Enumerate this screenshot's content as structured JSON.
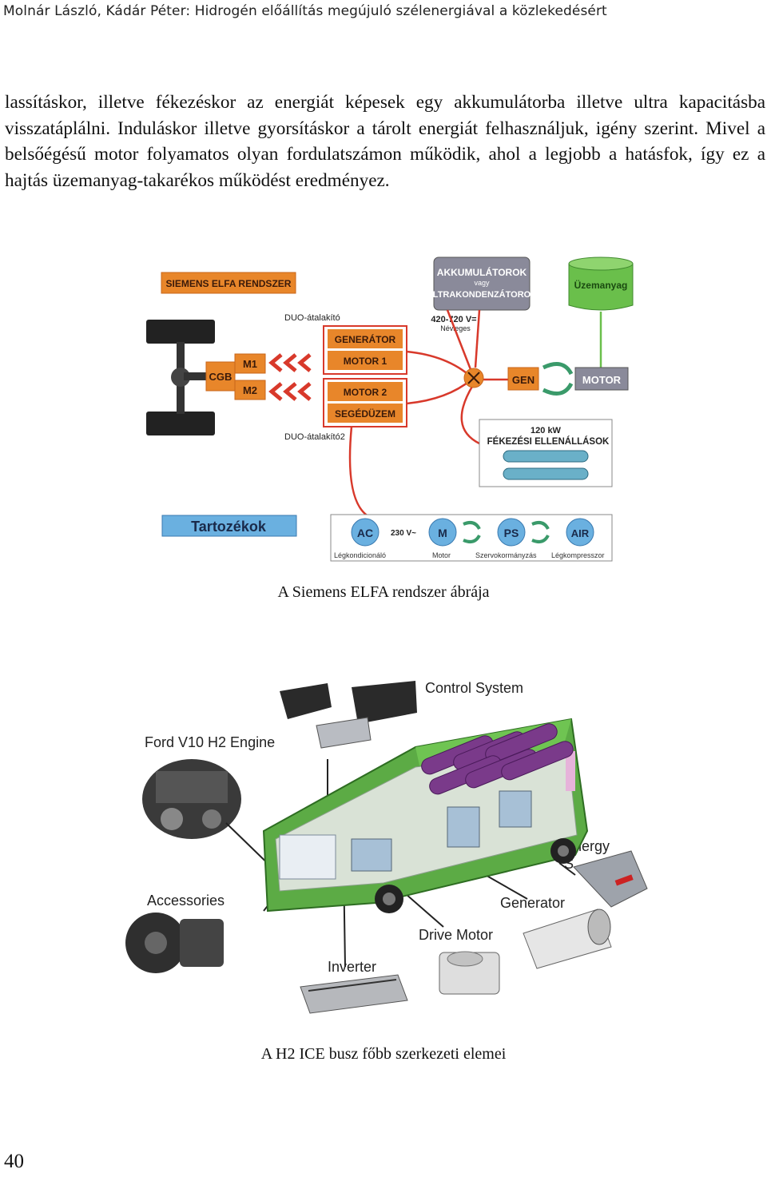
{
  "header": "Molnár László, Kádár Péter: Hidrogén előállítás megújuló szélenergiával a közlekedésért",
  "paragraph": "lassításkor, illetve fékezéskor az energiát képesek egy akkumulátorba illetve ultra kapacitásba visszatáplálni. Induláskor illetve gyorsításkor a tárolt energiát felhasználjuk, igény szerint. Mivel a belsőégésű motor folyamatos olyan fordulatszámon működik, ahol a legjobb a hatásfok, így ez a hajtás üzemanyag-takarékos működést eredményez.",
  "figure1": {
    "title": "SIEMENS ELFA RENDSZER",
    "akku": [
      "AKKUMULÁTOROK",
      "vagy",
      "ULTRAKONDENZÁTOROK"
    ],
    "fuel": "Üzemanyag",
    "voltage": "420-720 V=",
    "voltage_note": "Névleges",
    "duo1": "DUO-átalakító",
    "duo2": "DUO-átalakító2",
    "generator": "GENERÁTOR",
    "motor1": "MOTOR 1",
    "motor2": "MOTOR 2",
    "segeduzem": "SEGÉDÜZEM",
    "cgb": "CGB",
    "m1": "M1",
    "m2": "M2",
    "gen": "GEN",
    "motor": "MOTOR",
    "brake_power": "120 kW",
    "brake_label": "FÉKEZÉSI ELLENÁLLÁSOK",
    "accessories": "Tartozékok",
    "ac": "AC",
    "ac_voltage": "230 V~",
    "m": "M",
    "ps": "PS",
    "air": "AIR",
    "ac_label": "Légkondicionáló",
    "m_label": "Motor",
    "ps_label": "Szervokormányzás",
    "air_label": "Légkompresszor"
  },
  "caption1": "A Siemens ELFA rendszer ábrája",
  "figure2": {
    "control": "Control System",
    "engine": "Ford V10 H2 Engine",
    "energy1": "Energy",
    "energy2": "S",
    "accessories": "Accessories",
    "generator": "Generator",
    "drive_motor": "Drive Motor",
    "inverter": "Inverter"
  },
  "caption2": "A H2 ICE busz főbb szerkezeti elemei",
  "page_number": "40",
  "colors": {
    "orange": "#e8862a",
    "red": "#d8392b",
    "green": "#6abf4b",
    "blue": "#6ab0e0",
    "bus_green": "#4fa63c",
    "tank_purple": "#7a3a8a"
  }
}
